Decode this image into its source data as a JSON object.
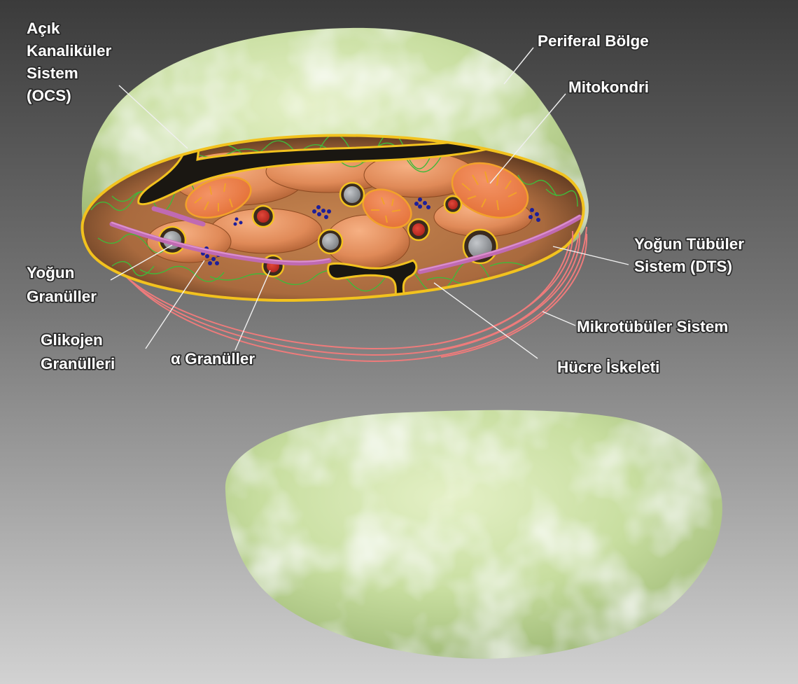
{
  "diagram": {
    "labels": {
      "ocs": [
        "Açık",
        "Kanaliküler",
        "Sistem",
        "(OCS)"
      ],
      "peripheral": "Periferal Bölge",
      "mitochondria": "Mitokondri",
      "dts": [
        "Yoğun Tübüler",
        "Sistem (DTS)"
      ],
      "dense": [
        "Yoğun",
        "Granüller"
      ],
      "glycogen": [
        "Glikojen",
        "Granülleri"
      ],
      "alpha": "α Granüller",
      "microtubule": "Mikrotübüler Sistem",
      "cytoskeleton": "Hücre İskeleti"
    },
    "colors": {
      "membrane": "#c8dea0",
      "membrane_light": "#e4f0c6",
      "membrane_dark": "#95b16c",
      "cut_edge": "#f2c21e",
      "cytoplasm": "#a96a3e",
      "organelle": "#e08a58",
      "mitochondria": "#e36f35",
      "dense_granule": "#7e8185",
      "alpha_granule": "#b5261e",
      "glycogen": "#1d1f9a",
      "dts": "#c06ab2",
      "cytoskeleton": "#41b83a",
      "microtubule": "#ee7b7b",
      "ocs_channel": "#1a1712",
      "background_top": "#3b3b3b",
      "background_bottom": "#d2d2d2"
    }
  }
}
